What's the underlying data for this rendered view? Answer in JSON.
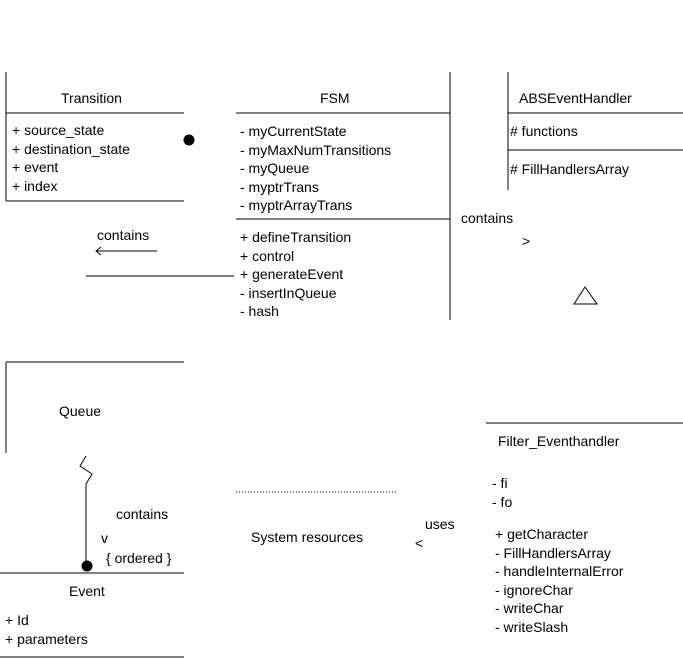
{
  "transition": {
    "title": "Transition",
    "attributes": [
      "+ source_state",
      "+ destination_state",
      "+ event",
      "+ index"
    ]
  },
  "fsm": {
    "title": "FSM",
    "attributes": [
      "- myCurrentState",
      "- myMaxNumTransitions",
      "- myQueue",
      "- myptrTrans",
      "- myptrArrayTrans"
    ],
    "operations": [
      "+ defineTransition",
      "+ control",
      "+ generateEvent",
      "- insertInQueue",
      "- hash"
    ]
  },
  "abs_event_handler": {
    "title": "ABSEventHandler",
    "attributes": [
      "# functions"
    ],
    "operations": [
      "# FillHandlersArray"
    ]
  },
  "queue": {
    "title": "Queue"
  },
  "filter_eventhandler": {
    "title": "Filter_Eventhandler",
    "attributes": [
      "- fi",
      "- fo"
    ],
    "operations": [
      "+ getCharacter",
      "- FillHandlersArray",
      "- handleInternalError",
      "- ignoreChar",
      "- writeChar",
      "- writeSlash"
    ]
  },
  "event": {
    "title": "Event",
    "attributes": [
      "+ Id",
      "+ parameters"
    ]
  },
  "system_resources": {
    "title": "System resources"
  },
  "labels": {
    "contains_transition": "contains",
    "contains_abs": "contains",
    "contains_abs_arrow": ">",
    "contains_event": "contains",
    "contains_event_arrow": "v",
    "ordered": "{ ordered }",
    "uses": "uses",
    "uses_arrow": "<"
  }
}
